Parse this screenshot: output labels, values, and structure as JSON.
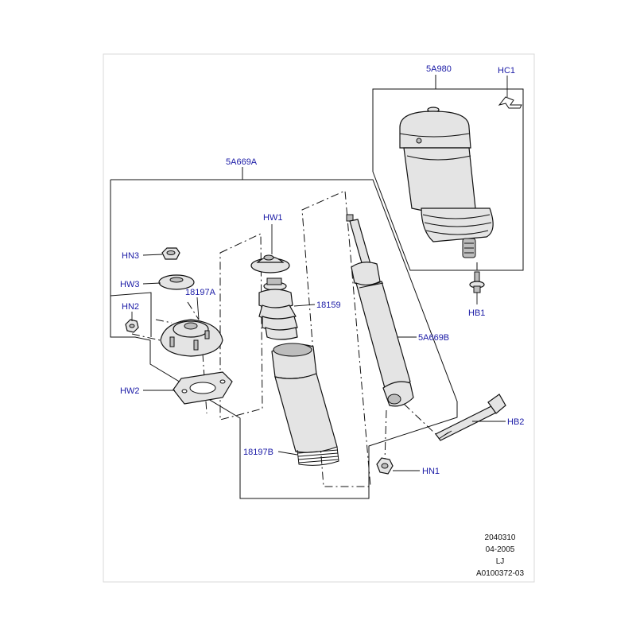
{
  "labels": {
    "5A980": "5A980",
    "HC1": "HC1",
    "5A669A": "5A669A",
    "HW1": "HW1",
    "HN3": "HN3",
    "HW3": "HW3",
    "18197A": "18197A",
    "HN2": "HN2",
    "18159": "18159",
    "5A669B": "5A669B",
    "HB1": "HB1",
    "HW2": "HW2",
    "HB2": "HB2",
    "18197B": "18197B",
    "HN1": "HN1"
  },
  "meta": {
    "code": "2040310",
    "date": "04-2005",
    "initials": "LJ",
    "ref": "A0100372-03"
  },
  "colors": {
    "label": "#1a1aa6",
    "line": "#111111",
    "frame": "#d8d8d8"
  }
}
